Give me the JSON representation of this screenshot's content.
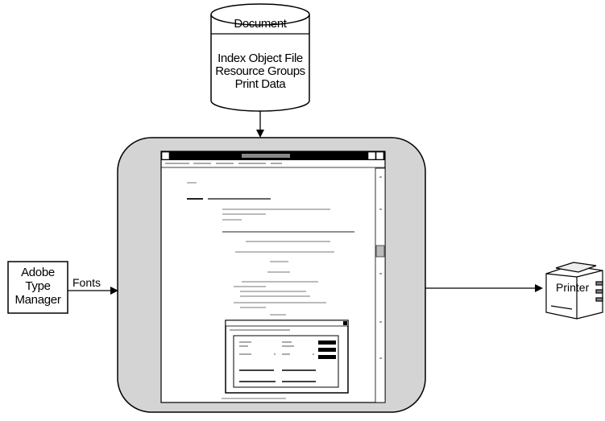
{
  "document": {
    "title": "Document",
    "lines": [
      "Index Object File",
      "Resource Groups",
      "Print Data"
    ]
  },
  "atm": {
    "lines": [
      "Adobe",
      "Type",
      "Manager"
    ]
  },
  "fonts_label": "Fonts",
  "printer_label": "Printer"
}
